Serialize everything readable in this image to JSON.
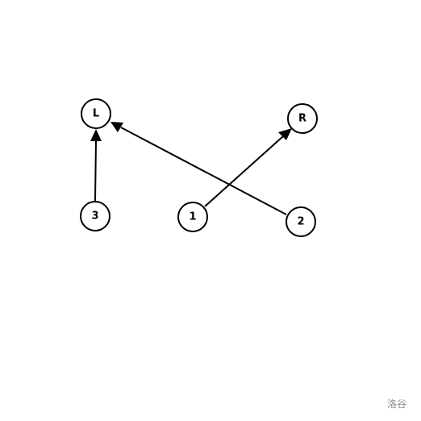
{
  "diagram": {
    "type": "directed-graph",
    "nodes": [
      {
        "id": "L",
        "label": "L"
      },
      {
        "id": "R",
        "label": "R"
      },
      {
        "id": "3",
        "label": "3"
      },
      {
        "id": "1",
        "label": "1"
      },
      {
        "id": "2",
        "label": "2"
      }
    ],
    "edges": [
      {
        "from": "3",
        "to": "L"
      },
      {
        "from": "2",
        "to": "L"
      },
      {
        "from": "1",
        "to": "R"
      }
    ]
  },
  "watermark": "洛谷"
}
